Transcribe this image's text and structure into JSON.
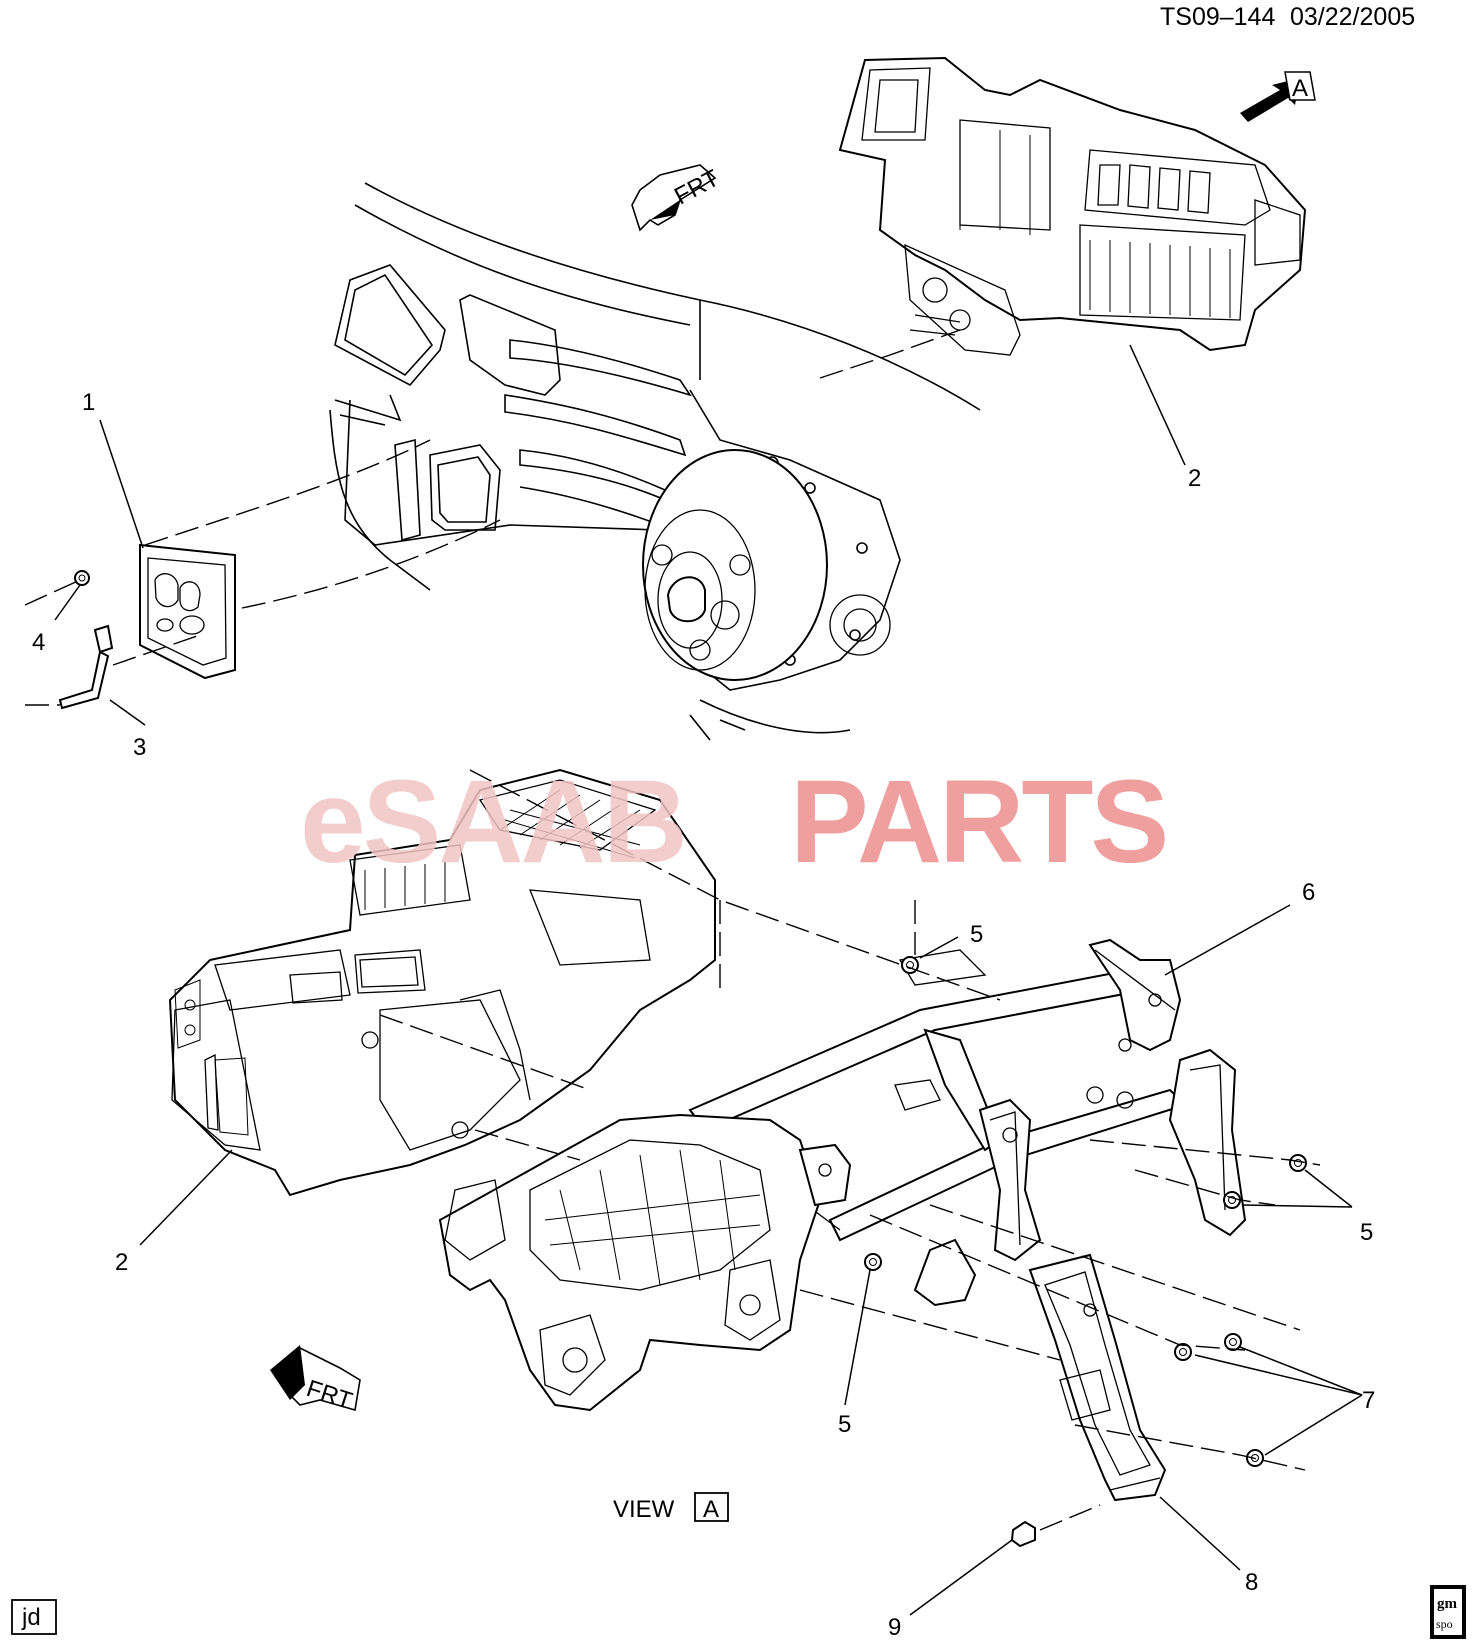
{
  "header": {
    "code": "TS09–144",
    "date": "03/22/2005"
  },
  "watermark": {
    "part1": "eSAAB",
    "part2": "PARTS",
    "color1": "#f2c4c4",
    "color2": "#ee8f8f"
  },
  "callouts": {
    "c1": "1",
    "c2_top": "2",
    "c3": "3",
    "c4": "4",
    "c5_top": "5",
    "c6": "6",
    "c5_right": "5",
    "c2_bottom": "2",
    "c5_bottom": "5",
    "c7": "7",
    "c8": "8",
    "c9": "9"
  },
  "view_label": {
    "text": "VIEW",
    "letter": "A"
  },
  "arrow_a_letter": "A",
  "frt_top": "FRT",
  "frt_bottom": "FRT",
  "corner_badge": "jd",
  "logo": {
    "line1": "gm",
    "line2": "spo"
  },
  "icons": [
    "arrow-a-icon",
    "front-arrow-icon",
    "gm-spo-logo"
  ]
}
